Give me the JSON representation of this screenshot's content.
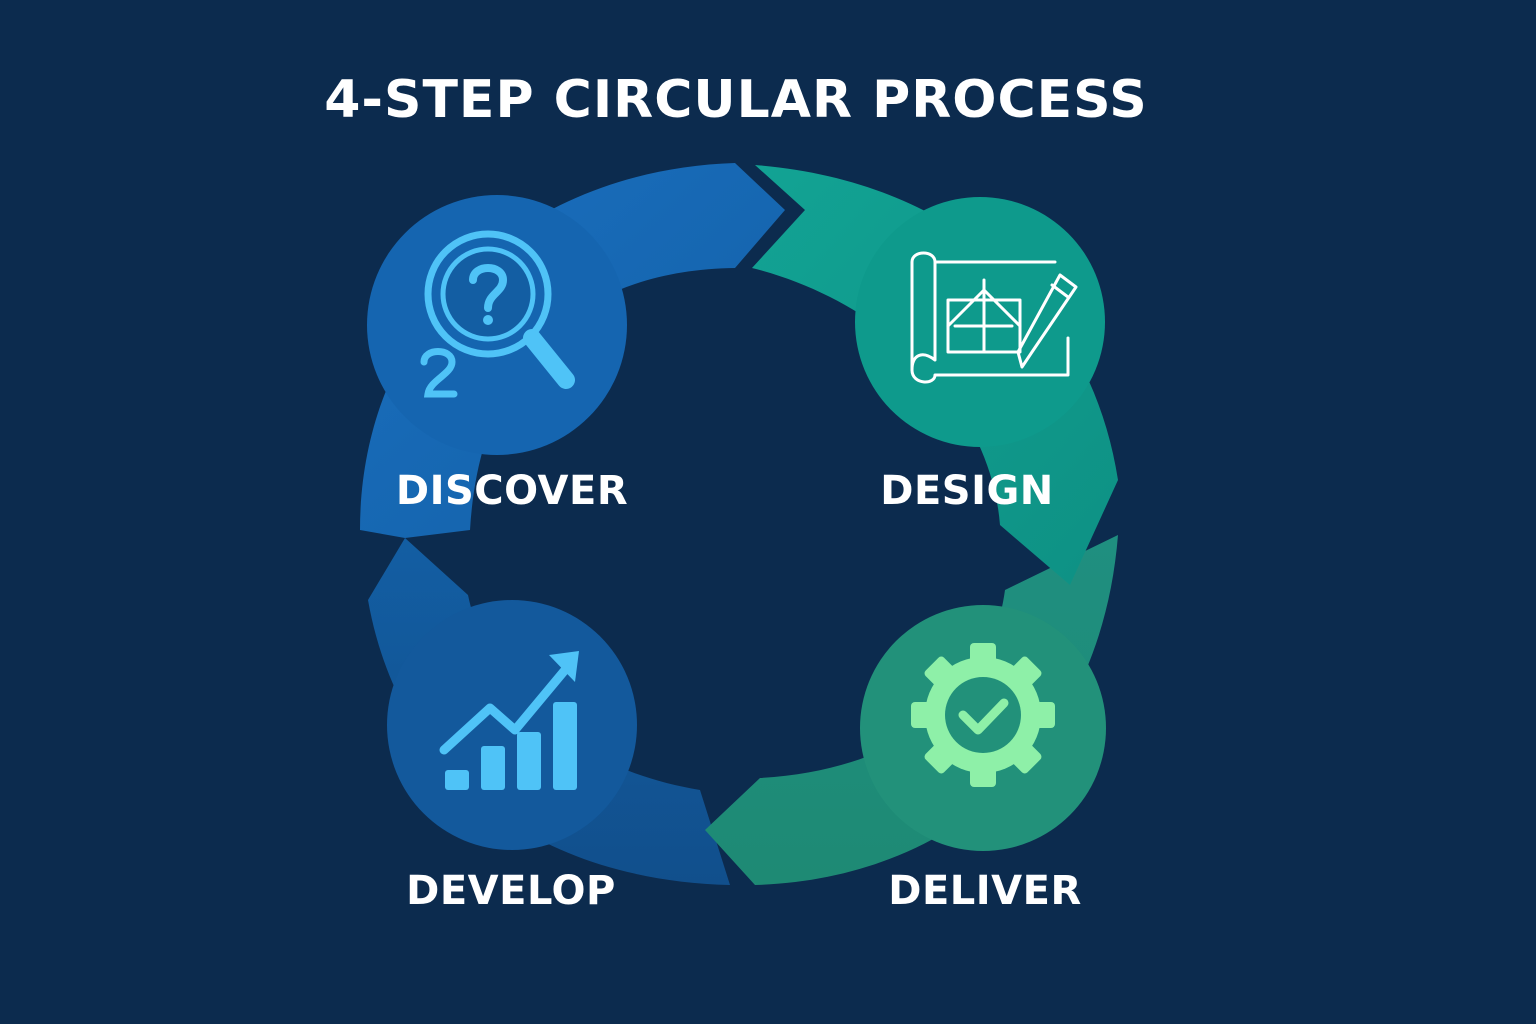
{
  "title": "4-STEP CIRCULAR PROCESS",
  "colors": {
    "background": "#0c2b4e",
    "discover": "#1565b0",
    "design": "#0e9a8c",
    "develop": "#13599c",
    "deliver": "#22917a",
    "icon_blue": "#4fc3f7",
    "icon_green": "#8ef0a8",
    "icon_white": "#ffffff"
  },
  "steps": [
    {
      "label": "DISCOVER",
      "icon": "magnifier-question-icon"
    },
    {
      "label": "DESIGN",
      "icon": "blueprint-pencil-icon"
    },
    {
      "label": "DELIVER",
      "icon": "gear-check-icon"
    },
    {
      "label": "DEVELOP",
      "icon": "growth-chart-icon"
    }
  ]
}
